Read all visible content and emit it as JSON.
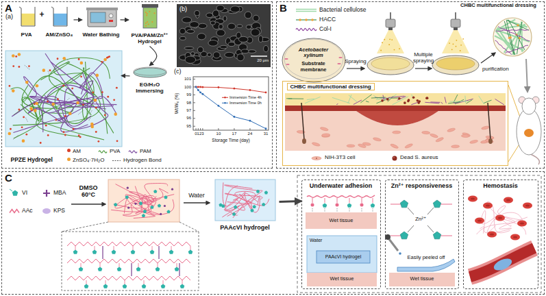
{
  "diagram": {
    "nodes": [
      {
        "text": [
          "A"
        ]
      },
      {
        "text": [
          "PVA"
        ],
        "in": 0
      },
      {
        "text": [
          "AM/ZnSO₄"
        ],
        "in": 0
      },
      {
        "text": [
          "Water Bathing"
        ],
        "in": 0
      },
      {
        "text": [
          "PVA/PAM/Zn²⁺ Hydrogel"
        ],
        "in": 0
      },
      {
        "text": [
          "EG/H₂O Immersing"
        ],
        "in": 0
      },
      {
        "text": [
          "PPZE Hydrogel"
        ],
        "in": 0
      },
      {
        "text": [
          "B"
        ]
      },
      {
        "text": [
          "Acetobacter xylinum",
          "Substrate membrane"
        ],
        "in": 7
      },
      {
        "text": [
          "CHBC multifunctional dressing"
        ],
        "in": 7
      },
      {
        "text": [
          "CHBC multifunctional dressing"
        ],
        "in": 7
      },
      {
        "text": [
          "C"
        ]
      },
      {
        "text": [
          "PAAcVI hydrogel"
        ],
        "in": 11
      },
      {
        "text": [
          "Underwater adhesion"
        ],
        "in": 11
      },
      {
        "text": [
          "Zn²⁺ responsiveness"
        ],
        "in": 11
      },
      {
        "text": [
          "Hemostasis"
        ],
        "in": 11
      }
    ],
    "edges": [
      {
        "from": 2,
        "to": 3,
        "arrow": "to"
      },
      {
        "from": 3,
        "to": 4,
        "arrow": "to"
      },
      {
        "from": 4,
        "to": 5,
        "arrow": "to"
      },
      {
        "from": 5,
        "to": 6,
        "arrow": "to"
      },
      {
        "from": 12,
        "to": 13,
        "arrow": "to"
      }
    ],
    "labels": [
      "(a)",
      "+",
      "(b)",
      "20 μm",
      "(c)",
      "101",
      "100",
      "99",
      "98",
      "97",
      "96",
      "95",
      "Wt/W₀ (%)",
      "0123",
      "10",
      "17",
      "24",
      "31",
      "Storage Time (day)",
      "Spraying",
      "Multiple spraying",
      "purification",
      "DMSO 60°C",
      "Water",
      "Wet tissue",
      "Water",
      "PAAcVI hydrogel",
      "Wet tissue",
      "Zn²⁺",
      "Easily peeled off",
      "Wet tissue"
    ],
    "legend": [
      {
        "text": "AM",
        "color": "#d9412b"
      },
      {
        "text": "PVA"
      },
      {
        "text": "PAM"
      },
      {
        "text": "ZnSO₄·7H₂O",
        "color": "#f0a030"
      },
      {
        "text": "Hydrogen Bond"
      },
      {
        "text": "Immersion Time 4h"
      },
      {
        "text": "Immersion Time 0h"
      },
      {
        "text": "Bacterial cellulose"
      },
      {
        "text": "HACC"
      },
      {
        "text": "Col-I"
      },
      {
        "text": "NIH-3T3 cell"
      },
      {
        "text": "Dead S. aureus"
      },
      {
        "text": "VI"
      },
      {
        "text": "MBA"
      },
      {
        "text": "AAc"
      },
      {
        "text": "KPS"
      }
    ]
  }
}
